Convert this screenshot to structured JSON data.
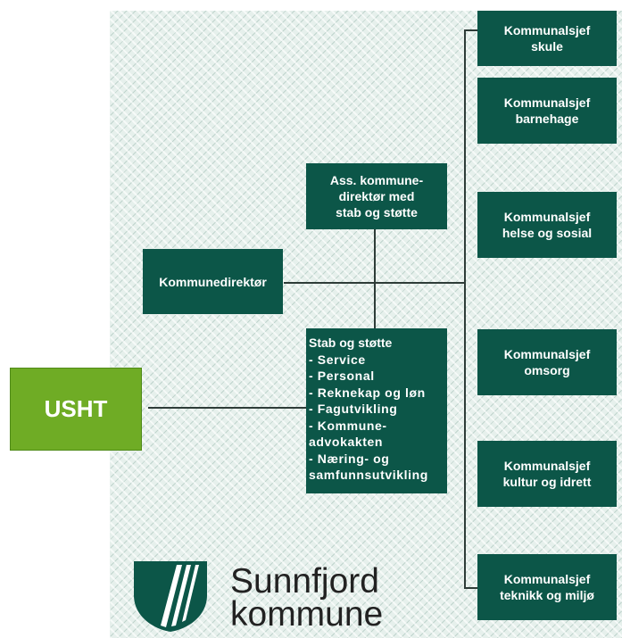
{
  "org_chart": {
    "director": "Kommunedirektør",
    "assistant": "Ass. kommune-\ndirektør med\nstab og støtte",
    "staff": {
      "title": "Stab og støtte",
      "items": [
        "- Service",
        "- Personal",
        "- Reknekap og løn",
        "- Fagutvikling",
        "- Kommune-\n  advokakten",
        "- Næring- og\n  samfunnsutvikling"
      ]
    },
    "departments": [
      "Kommunalsjef\nskule",
      "Kommunalsjef\nbarnehage",
      "Kommunalsjef\nhelse og sosial",
      "Kommunalsjef\nomsorg",
      "Kommunalsjef\nkultur og idrett",
      "Kommunalsjef\nteknikk og miljø"
    ],
    "external_unit": "USHT"
  },
  "logo": {
    "line1": "Sunnfjord",
    "line2": "kommune"
  },
  "colors": {
    "box": "#0c5648",
    "external_unit": "#6fac25",
    "background_pattern": "#e6f0ec"
  }
}
